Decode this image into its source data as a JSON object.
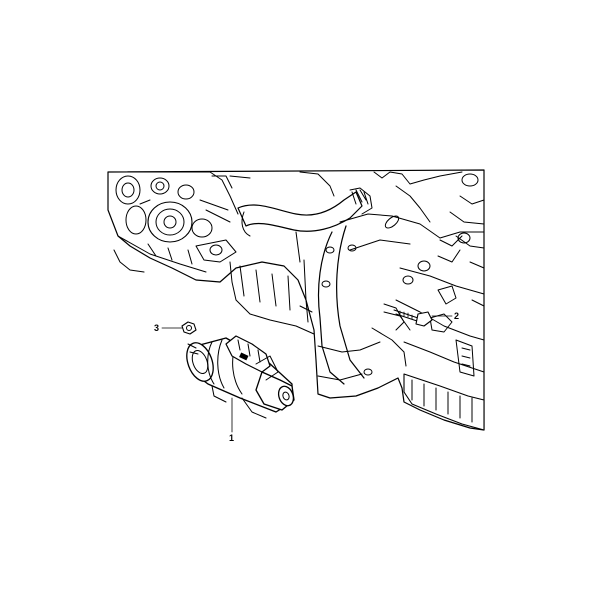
{
  "diagram": {
    "callouts": [
      {
        "id": "1",
        "label": "1"
      },
      {
        "id": "2",
        "label": "2"
      },
      {
        "id": "3",
        "label": "3"
      }
    ],
    "ink_color": "#000000",
    "background": "#ffffff"
  }
}
